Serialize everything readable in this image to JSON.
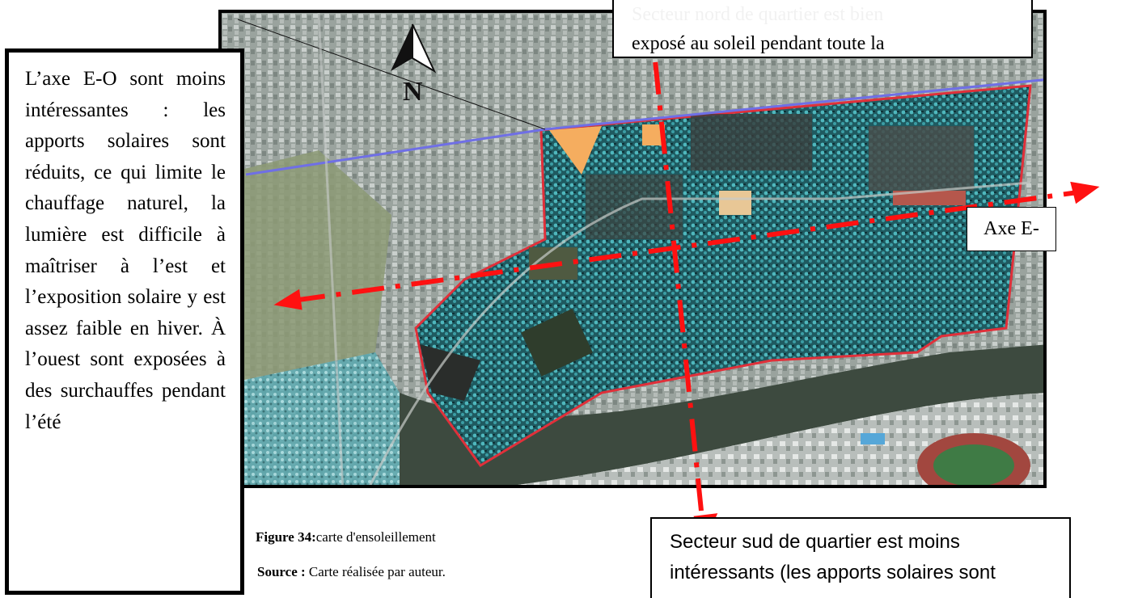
{
  "map": {
    "north_label": "N",
    "axis_label": "Axe E-",
    "colors": {
      "boundary": "#e0303a",
      "axis_arrow": "#ff1111",
      "road_blue": "#6f6fe6",
      "dense_zone": "#2f7f86",
      "orange_zone": "#f5ad5f"
    }
  },
  "left_callout": {
    "text": "L’axe E-O sont moins intéressantes : les apports solaires sont réduits, ce qui limite le chauffage naturel, la lumière est difficile à maîtriser à l’est et l’exposition solaire y est assez faible en hiver. À l’ouest sont exposées à des surchauffes pendant l’été"
  },
  "top_callout": {
    "line1": "Secteur nord de quartier est bien",
    "line2": "exposé au soleil pendant toute la"
  },
  "bottom_callout": {
    "line1": "Secteur sud de quartier est moins",
    "line2": "intéressants (les apports solaires sont"
  },
  "figure": {
    "caption_label": "Figure 34:",
    "caption_text": "carte d'ensoleillement",
    "source_label": "Source :",
    "source_text": " Carte réalisée par auteur."
  }
}
